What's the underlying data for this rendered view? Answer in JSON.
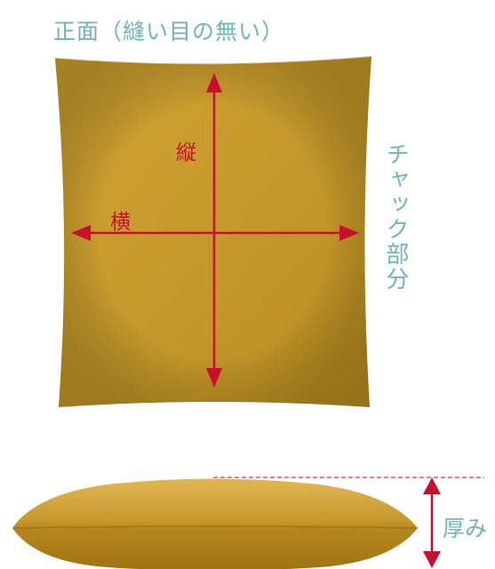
{
  "front_title": "正面（縫い目の無い）",
  "zipper_label": "チャック部分",
  "dimensions": {
    "height": "縦",
    "width": "横",
    "thickness": "厚み"
  },
  "colors": {
    "label_teal": "#6fb5b5",
    "arrow_red": "#c8102e",
    "cushion_mustard": "#c79a2e",
    "cushion_shadow": "#9c7416",
    "dashed_line": "#d9576a"
  },
  "icons": {
    "arrows": "arrow-icon"
  }
}
